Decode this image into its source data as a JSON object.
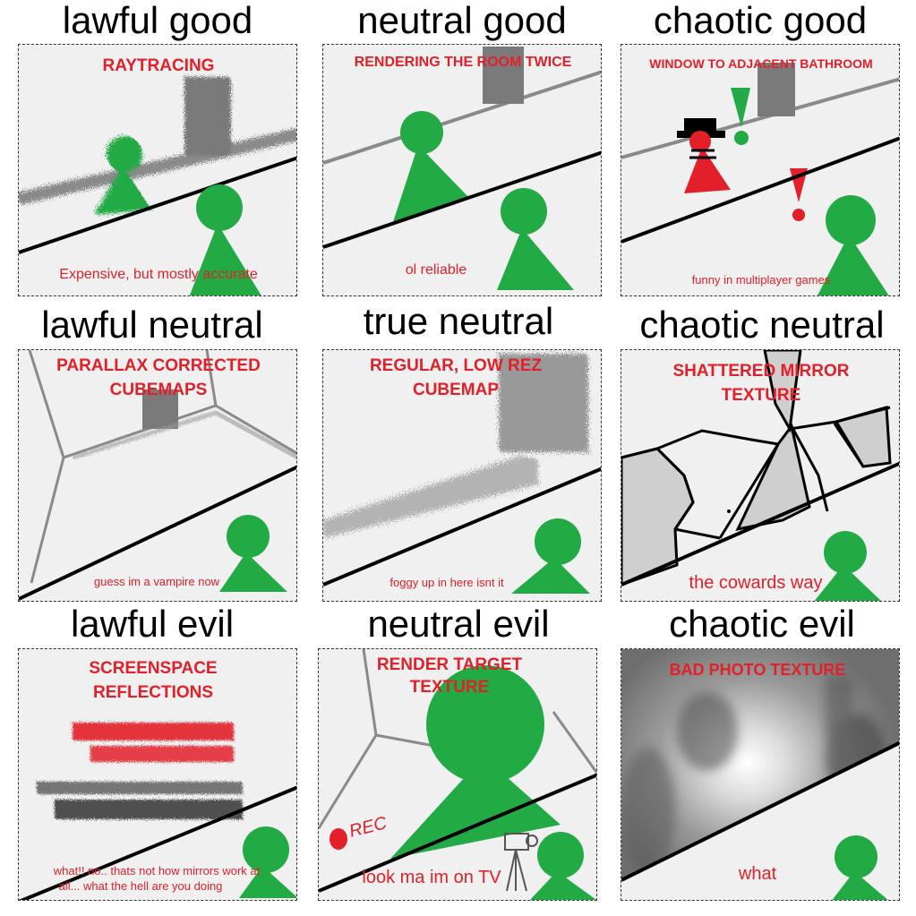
{
  "headers": {
    "lawful_good": "lawful good",
    "neutral_good": "neutral good",
    "chaotic_good": "chaotic good",
    "lawful_neutral": "lawful neutral",
    "true_neutral": "true neutral",
    "chaotic_neutral": "chaotic neutral",
    "lawful_evil": "lawful evil",
    "neutral_evil": "neutral evil",
    "chaotic_evil": "chaotic evil"
  },
  "panels": {
    "lawful_good": {
      "title": "RAYTRACING",
      "caption": "Expensive, but mostly accurate"
    },
    "neutral_good": {
      "title": "RENDERING THE ROOM TWICE",
      "caption": "ol reliable"
    },
    "chaotic_good": {
      "title": "WINDOW TO ADJACENT BATHROOM",
      "caption": "funny in multiplayer games"
    },
    "lawful_neutral": {
      "title_1": "PARALLAX CORRECTED",
      "title_2": "CUBEMAPS",
      "caption": "guess im a vampire now"
    },
    "true_neutral": {
      "title_1": "REGULAR, LOW REZ",
      "title_2": "CUBEMAP",
      "caption": "foggy up in here isnt it"
    },
    "chaotic_neutral": {
      "title_1": "SHATTERED MIRROR",
      "title_2": "TEXTURE",
      "caption": "the cowards way"
    },
    "lawful_evil": {
      "title_1": "SCREENSPACE",
      "title_2": "REFLECTIONS",
      "caption_1": "what!! no.. thats not how mirrors work at",
      "caption_2": "all... what the hell are you doing"
    },
    "neutral_evil": {
      "title_1": "RENDER TARGET",
      "title_2": "TEXTURE",
      "rec_label": "REC",
      "caption": "look ma im on TV"
    },
    "chaotic_evil": {
      "title": "BAD PHOTO TEXTURE",
      "caption": "what"
    }
  },
  "colors": {
    "figure_green": "#22aa44",
    "text_red": "#e3202a",
    "panel_bg": "#f0f0f0"
  }
}
